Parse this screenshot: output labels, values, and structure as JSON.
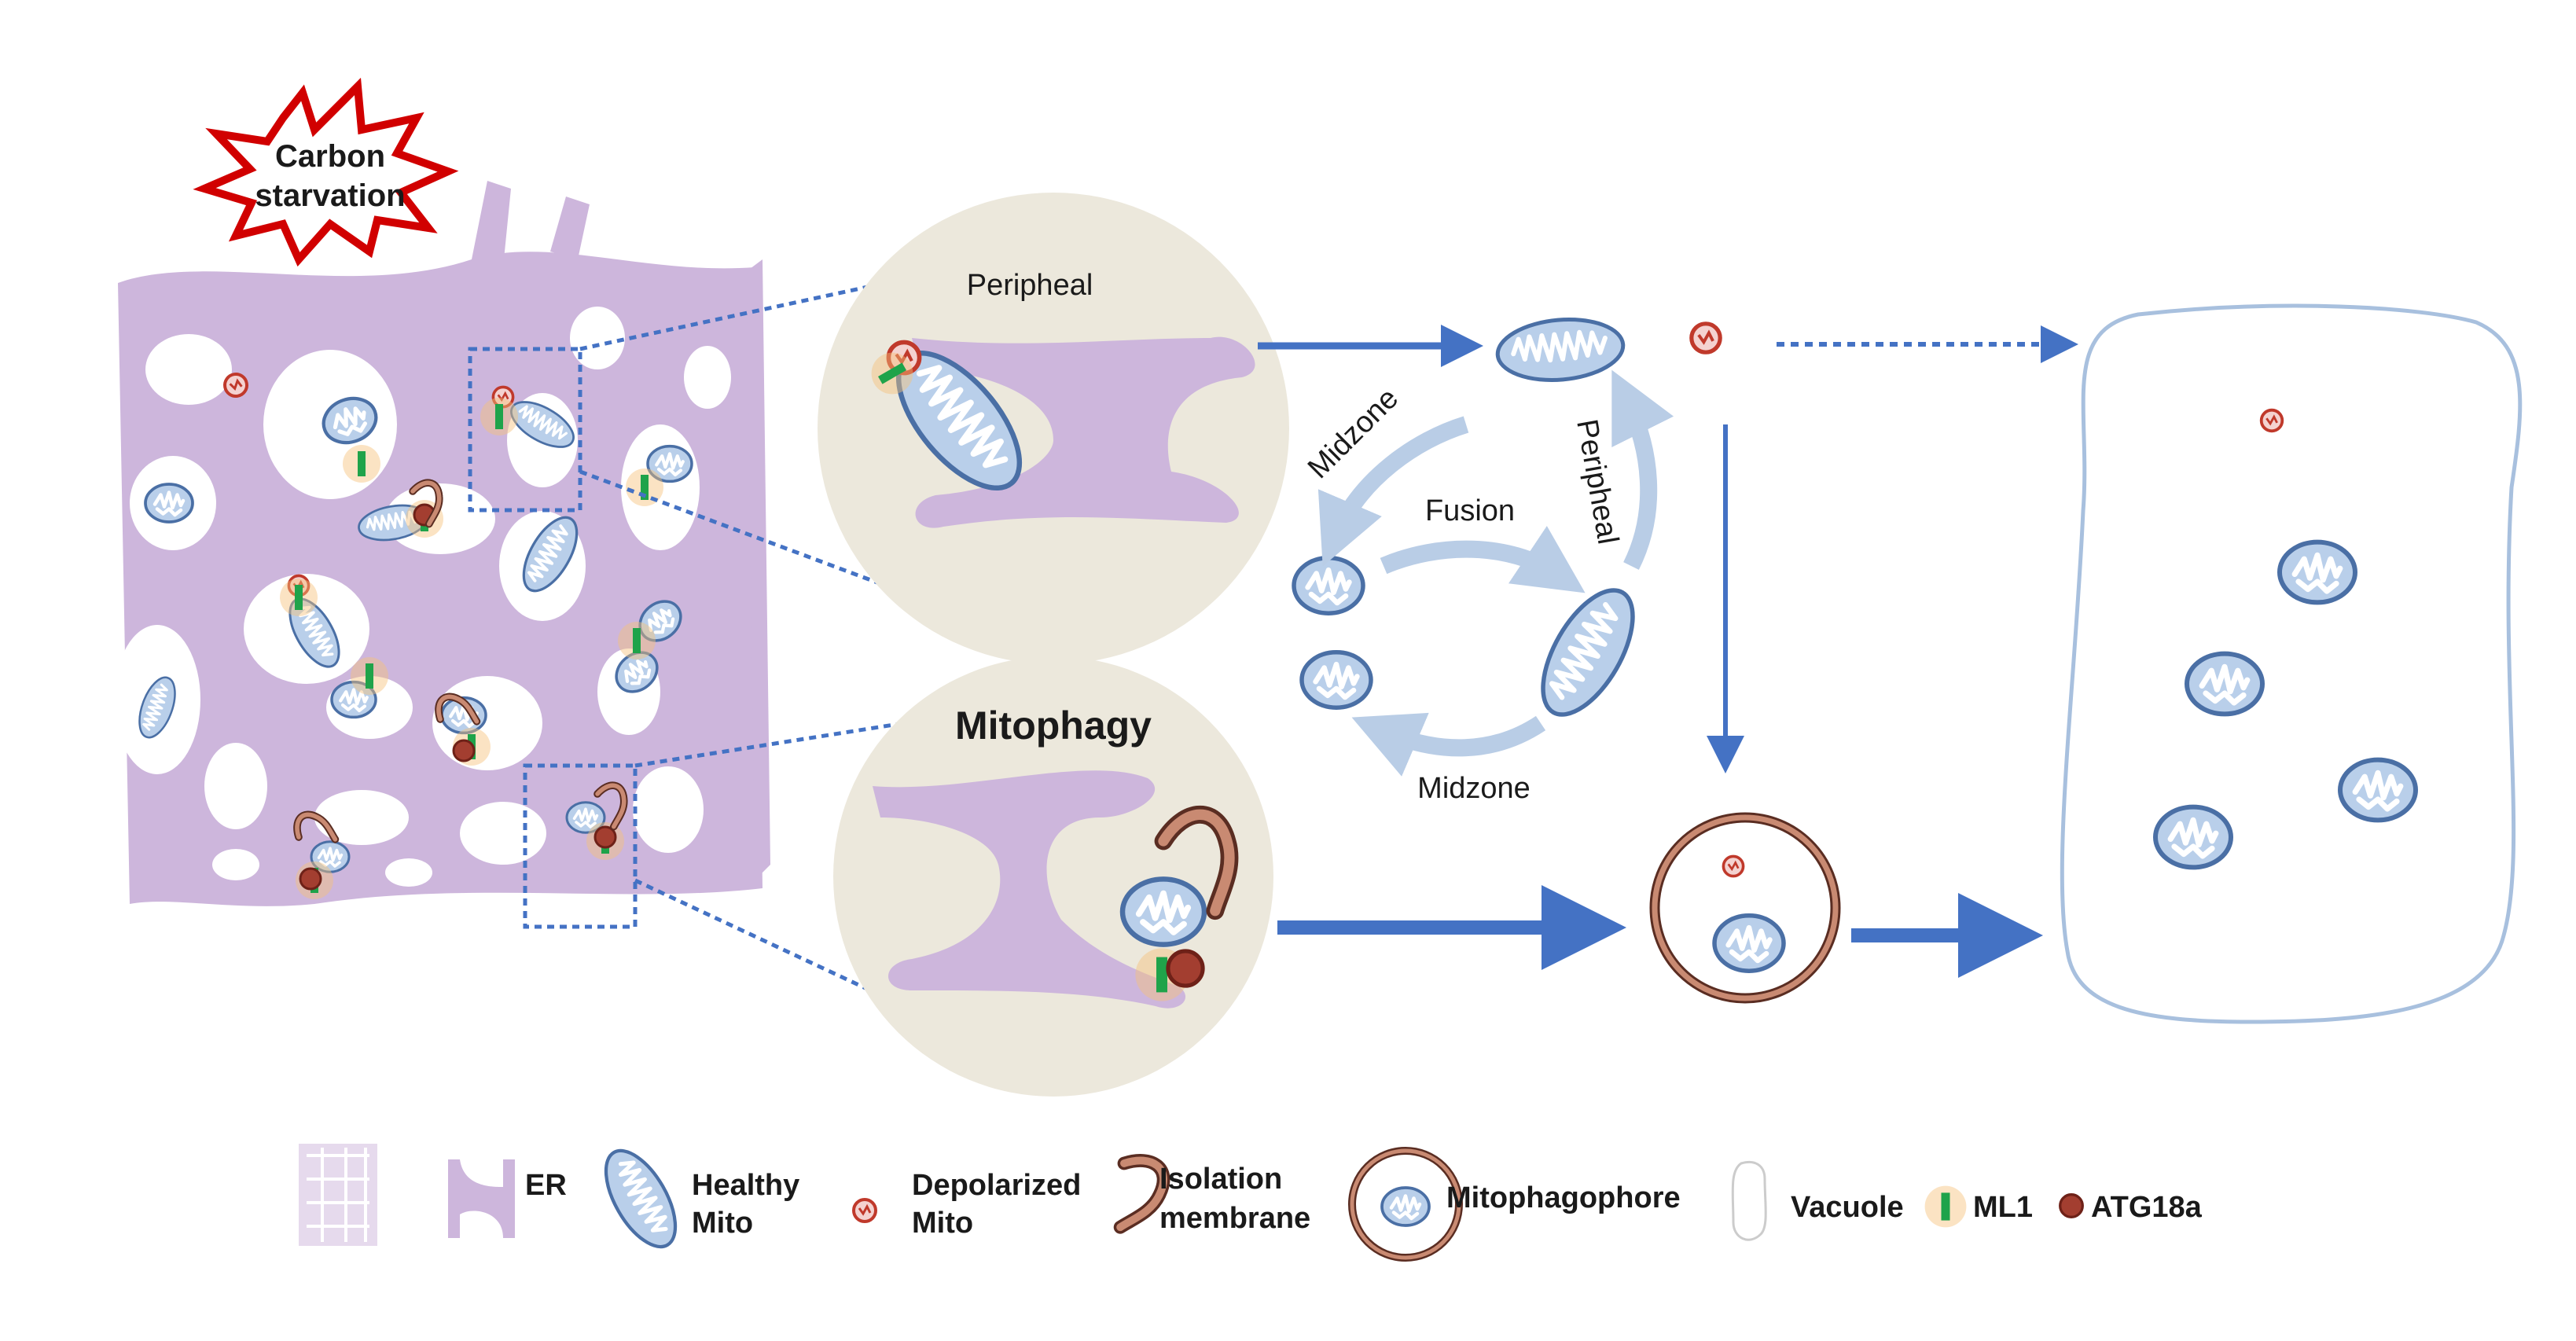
{
  "starburst": {
    "line1": "Carbon",
    "line2": "starvation"
  },
  "zoom_top": {
    "label": "Peripheal"
  },
  "zoom_bottom": {
    "label": "Mitophagy"
  },
  "cycle": {
    "top_left": "Midzone",
    "center": "Fusion",
    "right": "Peripheal",
    "bottom": "Midzone"
  },
  "legend": {
    "er": "ER",
    "healthy_mito_1": "Healthy",
    "healthy_mito_2": "Mito",
    "depolarized_mito_1": "Depolarized",
    "depolarized_mito_2": "Mito",
    "isolation_membrane_1": "Isolation",
    "isolation_membrane_2": "membrane",
    "mitophagophore": "Mitophagophore",
    "vacuole": "Vacuole",
    "ml1": "ML1",
    "atg18a": "ATG18a"
  },
  "colors": {
    "er": "#cdb6dc",
    "mito_fill": "#b9cfea",
    "mito_stroke": "#4a6fa5",
    "depol": "#c0392b",
    "ml1": "#1fa34a",
    "atg18a": "#8b2d22",
    "isolation": "#b5705a",
    "arrow": "#4472c4",
    "cycle_arrow": "#b9cde6",
    "zoom_bg": "#ece8dc",
    "vacuole_stroke": "#a8c0de",
    "burst_stroke": "#d10000"
  }
}
